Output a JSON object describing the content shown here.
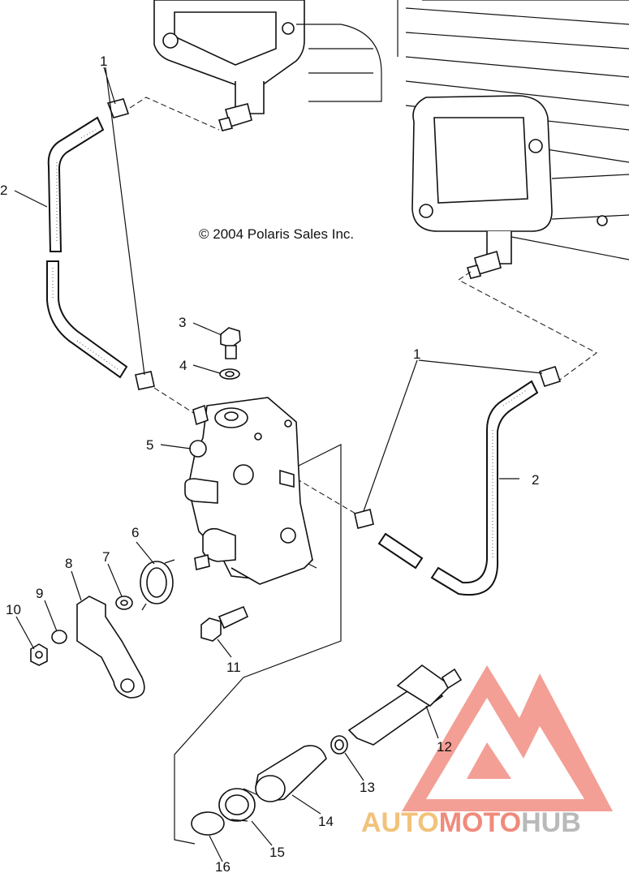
{
  "copyright": "© 2004 Polaris Sales Inc.",
  "watermark": {
    "part1": "AUTO",
    "part2": "MOTO",
    "part3": "HUB",
    "colors": {
      "auto": "#f2c27a",
      "moto": "#f08a7c",
      "hub": "#b9b9b9",
      "logo": "#f07f72"
    }
  },
  "callouts": {
    "c1a": "1",
    "c1b": "1",
    "c2a": "2",
    "c2b": "2",
    "c3": "3",
    "c4": "4",
    "c5": "5",
    "c6": "6",
    "c7": "7",
    "c8": "8",
    "c9": "9",
    "c10": "10",
    "c11": "11",
    "c12": "12",
    "c13": "13",
    "c14": "14",
    "c15": "15",
    "c16": "16"
  }
}
